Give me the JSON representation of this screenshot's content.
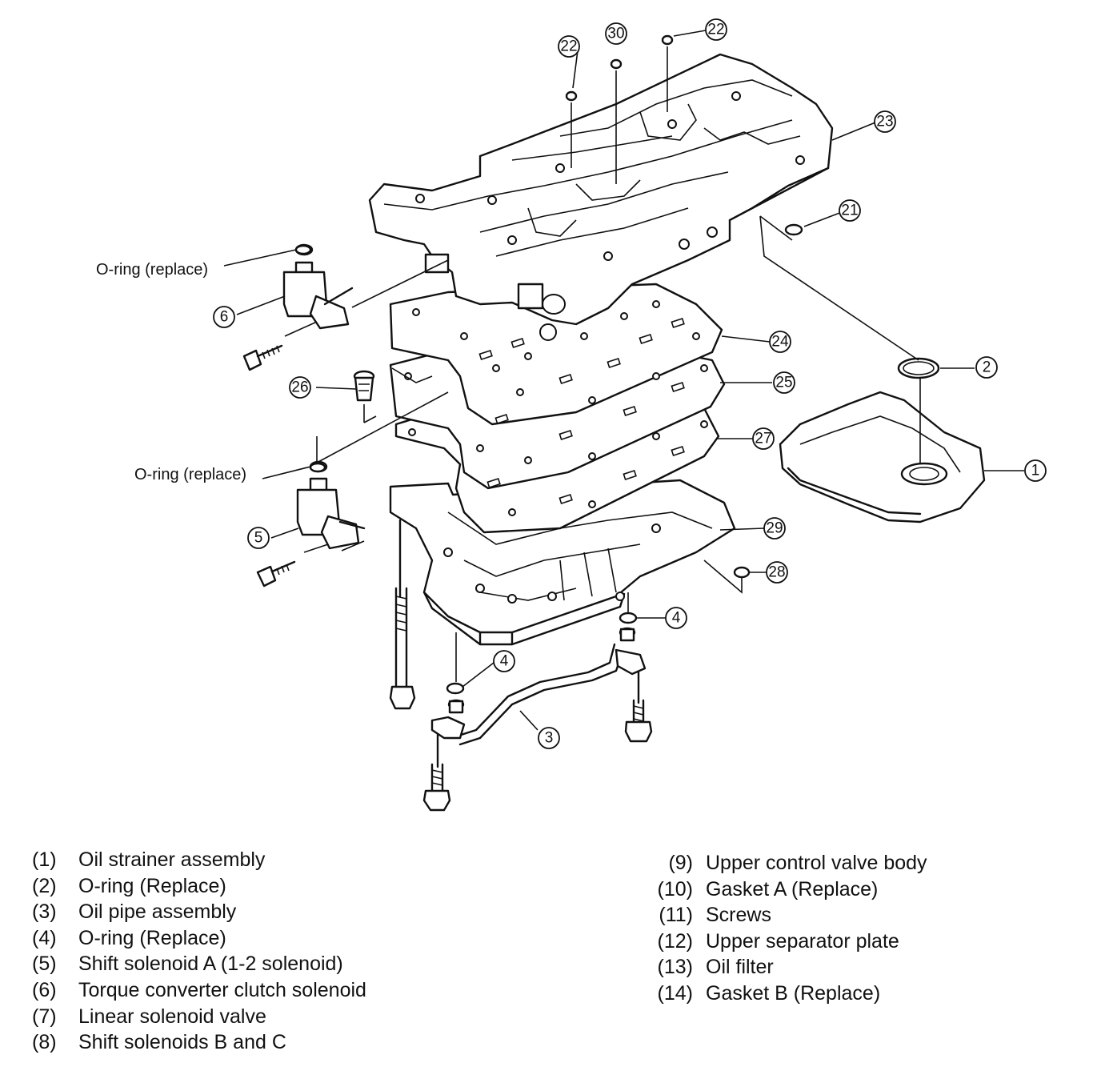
{
  "labels": {
    "oring_top": "O-ring (replace)",
    "oring_bottom": "O-ring (replace)"
  },
  "callouts": [
    "22",
    "30",
    "22",
    "23",
    "21",
    "24",
    "2",
    "25",
    "26",
    "27",
    "1",
    "29",
    "28",
    "4",
    "4",
    "3",
    "6",
    "5"
  ],
  "legend_left": [
    {
      "num": "(1)",
      "text": "Oil strainer assembly"
    },
    {
      "num": "(2)",
      "text": "O-ring (Replace)"
    },
    {
      "num": "(3)",
      "text": "Oil pipe assembly"
    },
    {
      "num": "(4)",
      "text": "O-ring (Replace)"
    },
    {
      "num": "(5)",
      "text": "Shift solenoid A (1-2 solenoid)"
    },
    {
      "num": "(6)",
      "text": "Torque converter clutch solenoid"
    },
    {
      "num": "(7)",
      "text": "Linear solenoid valve"
    },
    {
      "num": "(8)",
      "text": "Shift solenoids B and C"
    }
  ],
  "legend_right": [
    {
      "num": "(9)",
      "text": "Upper control valve body"
    },
    {
      "num": "(10)",
      "text": "Gasket A (Replace)"
    },
    {
      "num": "(11)",
      "text": "Screws"
    },
    {
      "num": "(12)",
      "text": "Upper separator plate"
    },
    {
      "num": "(13)",
      "text": "Oil filter"
    },
    {
      "num": "(14)",
      "text": "Gasket B (Replace)"
    }
  ]
}
